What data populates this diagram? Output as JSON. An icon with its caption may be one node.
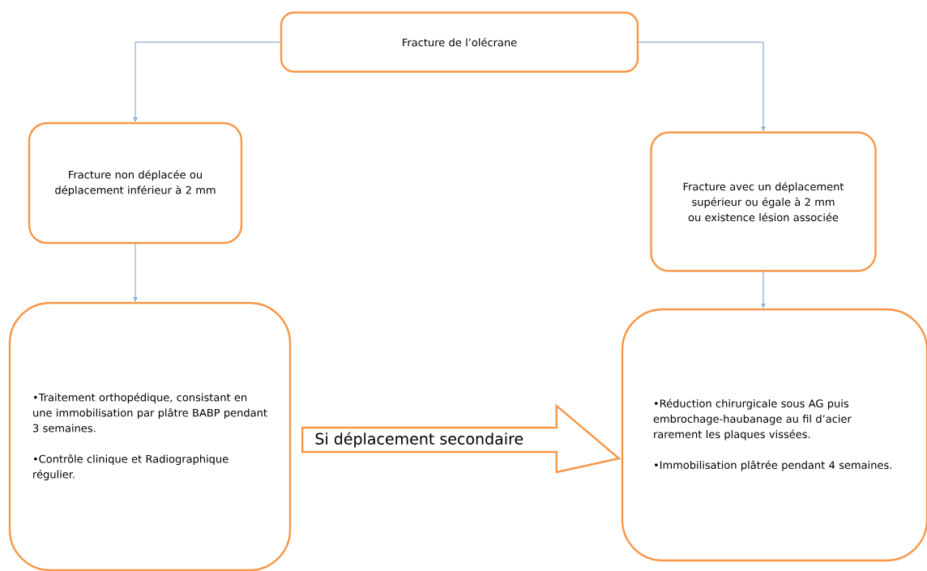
{
  "diagram": {
    "nodes": [
      {
        "text": [
          "Fracture de l’olécrane"
        ]
      },
      {
        "text": [
          "Fracture non déplacée ou déplacement inférieur à 2 mm"
        ]
      },
      {
        "text": [
          "Fracture avec un déplacement supérieur ou égale à 2 mm ou existence lésion associée"
        ]
      },
      {
        "text": [
          "•Traitement orthopédique, consistant en une immobilisation par plâtre BABP pendant 3 semaines.",
          "•Contrôle clinique et Radiographique régulier."
        ]
      },
      {
        "text": [
          "•Réduction chirurgicale sous AG puis embrochage-haubanage au fil d’acier rarement les plaques vissées.",
          "•Immobilisation plâtrée pendant 4 semaines."
        ]
      }
    ],
    "edges": [
      {
        "from": 0,
        "to": 1,
        "arrow": "to"
      },
      {
        "from": 0,
        "to": 2,
        "arrow": "to"
      },
      {
        "from": 1,
        "to": 3,
        "arrow": "to"
      },
      {
        "from": 2,
        "to": 4,
        "arrow": "to"
      },
      {
        "from": 3,
        "to": 4,
        "arrow": "to",
        "label": "Si déplacement secondaire",
        "style": "thick",
        "color": "#f79646"
      }
    ]
  }
}
